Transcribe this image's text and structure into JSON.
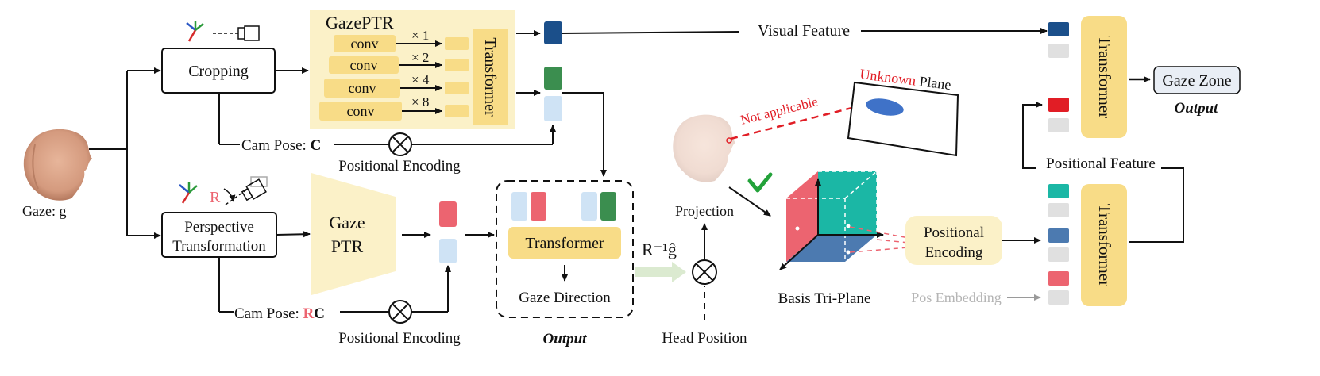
{
  "colors": {
    "light_yellow": "#fbf1c8",
    "yellow": "#f8dc87",
    "dark_blue": "#1b4f8a",
    "green": "#3b8e4f",
    "light_blue": "#cfe3f5",
    "red": "#ec6470",
    "bright_red": "#e11d25",
    "teal": "#1bb7a5",
    "steel_blue": "#4c7ab0",
    "gray": "#e0e0e0",
    "arrow": "#111111",
    "green_arrow": "#dbead0"
  },
  "icons": [
    "camera-icon",
    "coordinate-axes-icon",
    "face-image",
    "check-icon"
  ],
  "input": {
    "label": "Gaze: g"
  },
  "top_branch": {
    "cropping": "Cropping",
    "gazeptr_title": "GazePTR",
    "conv_label": "conv",
    "multipliers": [
      "× 1",
      "× 2",
      "× 4",
      "× 8"
    ],
    "transformer": "Transformer",
    "cam_pose_prefix": "Cam Pose: ",
    "cam_pose_symbol": "C",
    "positional_encoding": "Positional Encoding"
  },
  "bottom_branch": {
    "perspective_line1": "Perspective",
    "perspective_line2": "Transformation",
    "r_label": "R",
    "gaze_ptr_line1": "Gaze",
    "gaze_ptr_line2": "PTR",
    "cam_pose_prefix": "Cam Pose: ",
    "cam_pose_r": "R",
    "cam_pose_c": "C",
    "positional_encoding": "Positional Encoding"
  },
  "fusion": {
    "transformer": "Transformer",
    "gaze_direction": "Gaze Direction",
    "output": "Output",
    "rotation_label": "R⁻¹ĝ"
  },
  "projection": {
    "projection": "Projection",
    "head_position": "Head Position",
    "not_applicable": "Not applicable",
    "unknown": "Unknown",
    "plane": " Plane",
    "tri_plane": "Basis Tri-Plane",
    "positional_encoding_line1": "Positional",
    "positional_encoding_line2": "Encoding",
    "pos_embedding": "Pos Embedding"
  },
  "right": {
    "visual_feature": "Visual Feature",
    "positional_feature": "Positional Feature",
    "transformer_top": "Transformer",
    "transformer_bottom": "Transformer",
    "gaze_zone": "Gaze Zone",
    "output": "Output"
  }
}
